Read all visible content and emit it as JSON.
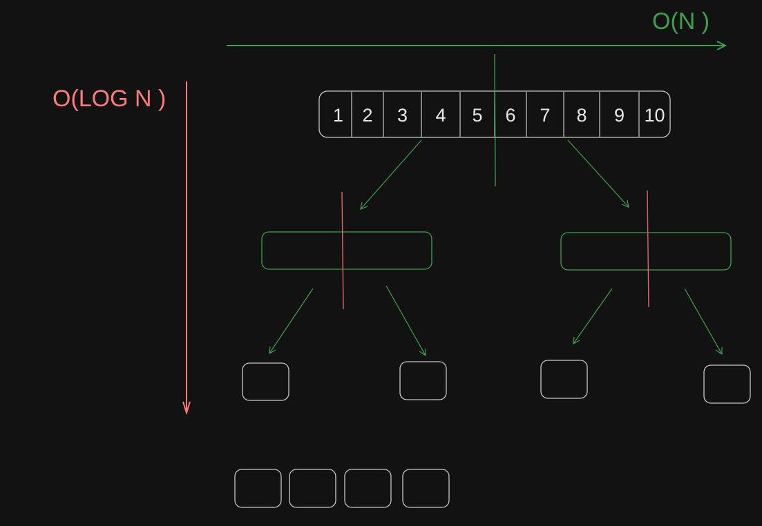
{
  "horizontal_axis": {
    "label": "O(N )",
    "color": "#3da24a"
  },
  "vertical_axis": {
    "label": "O(LOG N )",
    "color": "#ff7b7b"
  },
  "array": {
    "cells": [
      "1",
      "2",
      "3",
      "4",
      "5",
      "6",
      "7",
      "8",
      "9",
      "10"
    ]
  },
  "colors": {
    "background": "#121212",
    "box_stroke": "#c9c9c9",
    "green": "#3da24a",
    "red": "#e06767"
  }
}
